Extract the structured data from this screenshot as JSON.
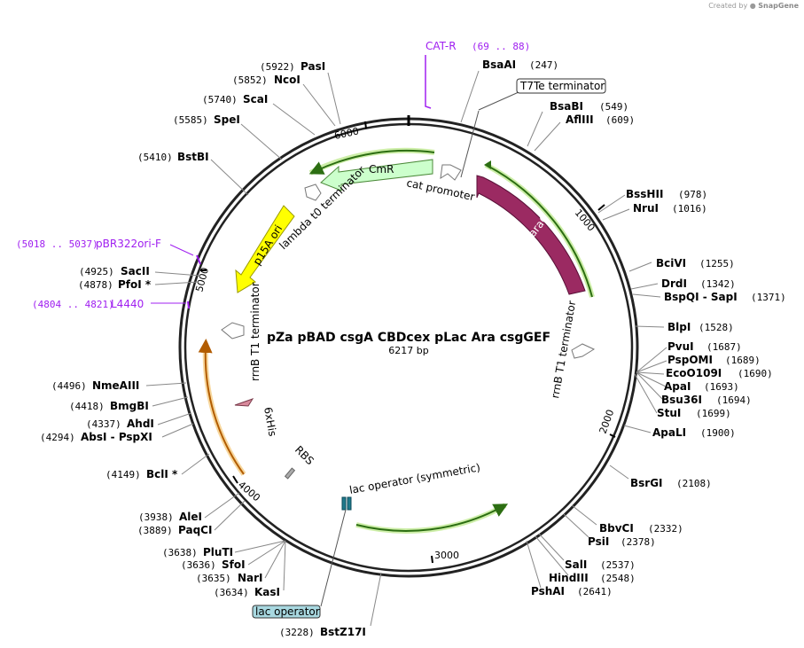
{
  "brand": {
    "prefix": "Created by",
    "name": "SnapGene"
  },
  "plasmid": {
    "name": "pZa pBAD csgA CBDcex pLac Ara csgGEF",
    "length_label": "6217 bp",
    "length": 6217
  },
  "ticks": [
    {
      "pos": 1000,
      "label": "1000"
    },
    {
      "pos": 2000,
      "label": "2000"
    },
    {
      "pos": 3000,
      "label": "3000"
    },
    {
      "pos": 4000,
      "label": "4000"
    },
    {
      "pos": 5000,
      "label": "5000"
    },
    {
      "pos": 6000,
      "label": "6000"
    }
  ],
  "sites": [
    {
      "name": "PasI",
      "pos": "(5922)"
    },
    {
      "name": "NcoI",
      "pos": "(5852)"
    },
    {
      "name": "ScaI",
      "pos": "(5740)"
    },
    {
      "name": "SpeI",
      "pos": "(5585)"
    },
    {
      "name": "BstBI",
      "pos": "(5410)"
    },
    {
      "name": "BsaAI",
      "pos": "(247)"
    },
    {
      "name": "BsaBI",
      "pos": "(549)"
    },
    {
      "name": "AflIII",
      "pos": "(609)"
    },
    {
      "name": "BssHII",
      "pos": "(978)"
    },
    {
      "name": "NruI",
      "pos": "(1016)"
    },
    {
      "name": "BciVI",
      "pos": "(1255)"
    },
    {
      "name": "DrdI",
      "pos": "(1342)"
    },
    {
      "name": "BspQI - SapI",
      "pos": "(1371)"
    },
    {
      "name": "BlpI",
      "pos": "(1528)"
    },
    {
      "name": "PvuI",
      "pos": "(1687)"
    },
    {
      "name": "PspOMI",
      "pos": "(1689)"
    },
    {
      "name": "EcoO109I",
      "pos": "(1690)"
    },
    {
      "name": "ApaI",
      "pos": "(1693)"
    },
    {
      "name": "Bsu36I",
      "pos": "(1694)"
    },
    {
      "name": "StuI",
      "pos": "(1699)"
    },
    {
      "name": "ApaLI",
      "pos": "(1900)"
    },
    {
      "name": "BsrGI",
      "pos": "(2108)"
    },
    {
      "name": "BbvCI",
      "pos": "(2332)"
    },
    {
      "name": "PsiI",
      "pos": "(2378)"
    },
    {
      "name": "SalI",
      "pos": "(2537)"
    },
    {
      "name": "HindIII",
      "pos": "(2548)"
    },
    {
      "name": "PshAI",
      "pos": "(2641)"
    },
    {
      "name": "SacII",
      "pos": "(4925)"
    },
    {
      "name": "PfoI *",
      "pos": "(4878)"
    },
    {
      "name": "NmeAIII",
      "pos": "(4496)"
    },
    {
      "name": "BmgBI",
      "pos": "(4418)"
    },
    {
      "name": "AhdI",
      "pos": "(4337)"
    },
    {
      "name": "AbsI - PspXI",
      "pos": "(4294)"
    },
    {
      "name": "BclI *",
      "pos": "(4149)"
    },
    {
      "name": "AleI",
      "pos": "(3938)"
    },
    {
      "name": "PaqCI",
      "pos": "(3889)"
    },
    {
      "name": "PluTI",
      "pos": "(3638)"
    },
    {
      "name": "SfoI",
      "pos": "(3636)"
    },
    {
      "name": "NarI",
      "pos": "(3635)"
    },
    {
      "name": "KasI",
      "pos": "(3634)"
    },
    {
      "name": "BstZ17I",
      "pos": "(3228)"
    }
  ],
  "primers": [
    {
      "name": "CAT-R",
      "range": "(69 .. 88)"
    },
    {
      "name": "pBR322ori-F",
      "range": "(5018 .. 5037)"
    },
    {
      "name": "L4440",
      "range": "(4804 .. 4821)"
    }
  ],
  "features": {
    "cmr": "CmR",
    "cat_promoter": "cat promoter",
    "lambda_t0": "lambda t0 terminator",
    "p15a_ori": "p15A ori",
    "arac": "araC",
    "rrnb_t1_left": "rrnB T1 terminator",
    "rrnb_t1_right": "rrnB T1 terminator",
    "his6": "6xHis",
    "rbs": "RBS",
    "lac_operator_symmetric": "lac operator (symmetric)",
    "t7te_terminator": "T7Te terminator",
    "lac_operator": "lac operator"
  },
  "colors": {
    "backbone": "#222222",
    "primer": "#a020f0",
    "arac": "#9b2a62",
    "p15a": "#ffff00",
    "cmr": "#ccffcc",
    "orf_green": "#3a7d1a",
    "orf_glow": "#cdeea8",
    "orf_orange": "#d07a10",
    "orf_orange_glow": "#f7d79e",
    "lac_op": "#1f7a8c",
    "lac_op_box": "#a8d8e0"
  }
}
